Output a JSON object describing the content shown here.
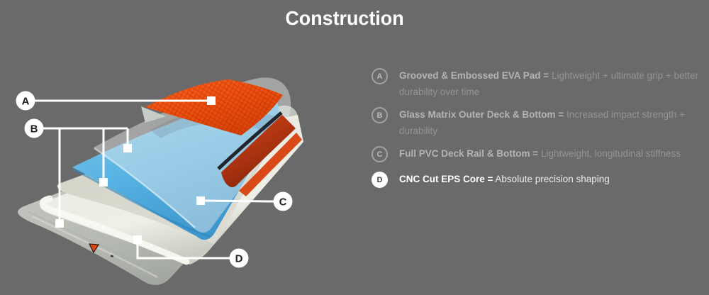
{
  "title": "Construction",
  "colors": {
    "background": "#6a6a6a",
    "pad_orange": "#ee4d10",
    "rail_red": "#bb3710",
    "pvc_blue": "#57b3e4",
    "core_white": "#f2f3ec",
    "glass_cream": "#d6d6ca",
    "bottom_gray": "#c0c4bd",
    "callout_white": "#ffffff",
    "legend_bold": "#b4b4b4",
    "legend_regular": "#949494"
  },
  "diagram": {
    "callouts": [
      {
        "letter": "A"
      },
      {
        "letter": "B"
      },
      {
        "letter": "C"
      },
      {
        "letter": "D"
      }
    ],
    "layer_icons": [
      "eva-pad-layer",
      "glass-matrix-deck-layer",
      "pvc-rail-layer",
      "glass-matrix-bottom-layer",
      "eps-core-layer",
      "bottom-sheet-layer"
    ]
  },
  "legend": {
    "items": [
      {
        "letter": "A",
        "name": "Grooved & Embossed EVA Pad =",
        "desc": "Lightweight + ultimate grip + better durability over time",
        "highlight": false
      },
      {
        "letter": "B",
        "name": "Glass Matrix Outer Deck & Bottom =",
        "desc": "Increased impact strength + durability",
        "highlight": false
      },
      {
        "letter": "C",
        "name": "Full PVC Deck Rail & Bottom =",
        "desc": "Lightweight, longitudinal stiffness",
        "highlight": false
      },
      {
        "letter": "D",
        "name": "CNC Cut EPS Core =",
        "desc": "Absolute precision shaping",
        "highlight": true
      }
    ]
  }
}
